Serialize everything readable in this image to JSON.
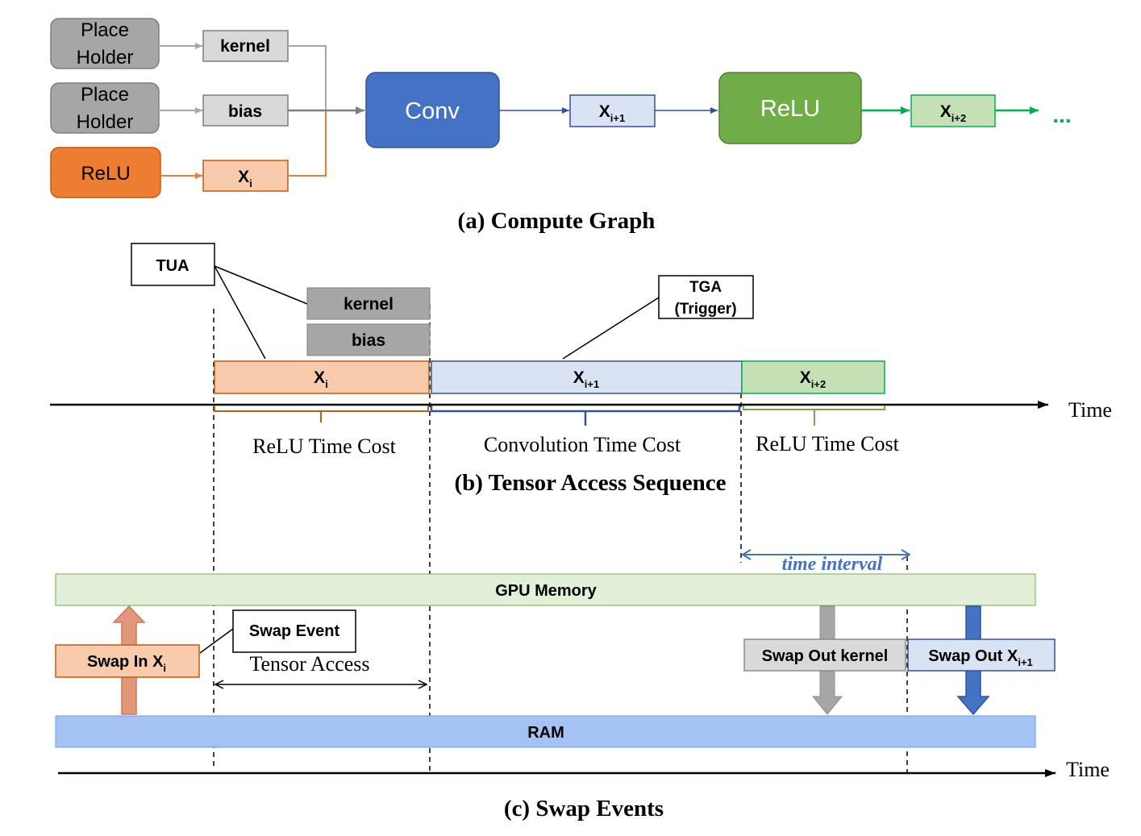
{
  "compute_graph": {
    "caption": "(a) Compute Graph",
    "placeholder_1": {
      "line1": "Place",
      "line2": "Holder"
    },
    "placeholder_2": {
      "line1": "Place",
      "line2": "Holder"
    },
    "relu_source": "ReLU",
    "kernel": "kernel",
    "bias": "bias",
    "xi": {
      "base": "X",
      "sub": "i"
    },
    "conv": "Conv",
    "xi1": {
      "base": "X",
      "sub": "i+1"
    },
    "relu": "ReLU",
    "xi2": {
      "base": "X",
      "sub": "i+2"
    },
    "ellipsis": "..."
  },
  "access_sequence": {
    "caption": "(b) Tensor Access Sequence",
    "tua": "TUA",
    "tga_line1": "TGA",
    "tga_line2": "(Trigger)",
    "kernel": "kernel",
    "bias": "bias",
    "xi": {
      "base": "X",
      "sub": "i"
    },
    "xi1": {
      "base": "X",
      "sub": "i+1"
    },
    "xi2": {
      "base": "X",
      "sub": "i+2"
    },
    "time_label": "Time",
    "relu_cost_1": "ReLU Time Cost",
    "conv_cost": "Convolution Time Cost",
    "relu_cost_2": "ReLU Time Cost"
  },
  "swap_events": {
    "caption": "(c) Swap Events",
    "time_interval": "time interval",
    "gpu_memory": "GPU Memory",
    "ram": "RAM",
    "swap_event": "Swap Event",
    "tensor_access": "Tensor Access",
    "swap_in": {
      "base": "Swap In X",
      "sub": "i"
    },
    "swap_out_kernel": "Swap Out kernel",
    "swap_out_x": {
      "base": "Swap Out X",
      "sub": "i+1"
    },
    "time_label": "Time"
  },
  "colors": {
    "gray_fill": "#a6a6a6",
    "gray_light": "#d9d9d9",
    "orange": "#ed7d31",
    "orange_light": "#f8cbad",
    "blue": "#4472c4",
    "blue_light": "#dae3f3",
    "green": "#70ad47",
    "green_light": "#c5e0b4",
    "gpu_fill": "#e2f0d9",
    "ram_fill": "#a4c2f4"
  }
}
